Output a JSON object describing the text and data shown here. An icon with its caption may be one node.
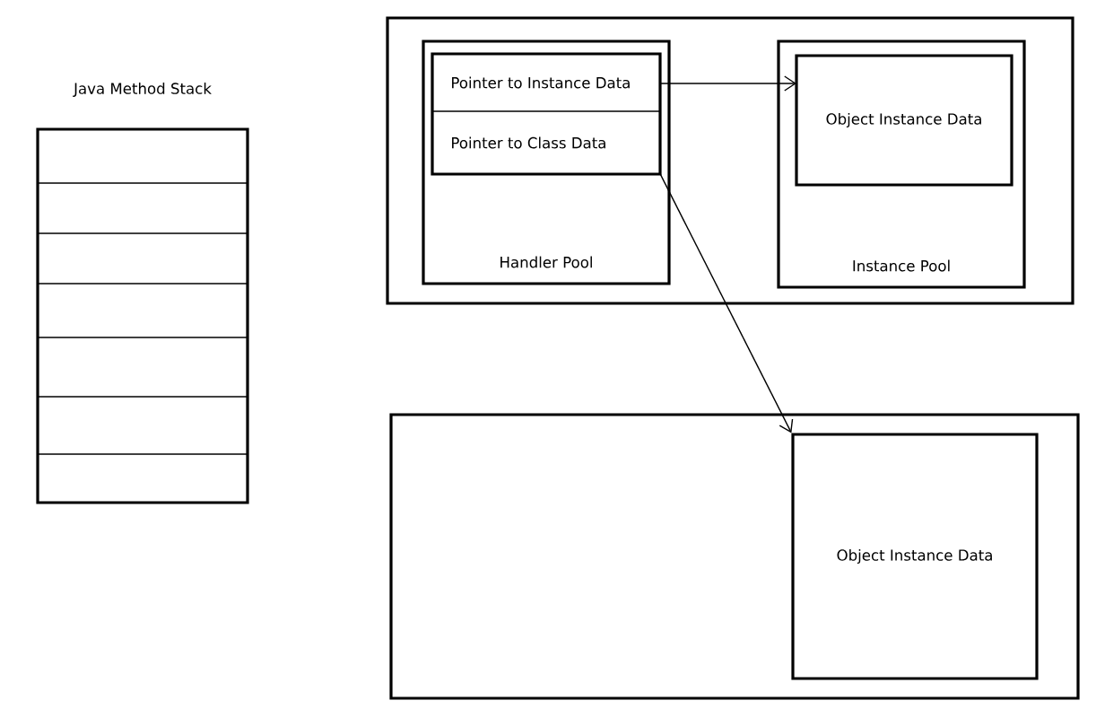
{
  "diagram": {
    "nodes": [
      {
        "text": [
          "Java Method Stack"
        ]
      },
      {
        "text": [],
        "shape": "box"
      },
      {
        "text": [
          "Handler Pool"
        ],
        "in": 1
      },
      {
        "text": [],
        "shape": "box",
        "in": 2
      },
      {
        "text": [
          "Pointer to Instance Data"
        ],
        "in": 3
      },
      {
        "text": [
          "Pointer to Class Data"
        ],
        "in": 3
      },
      {
        "text": [
          "Instance Pool"
        ],
        "in": 1
      },
      {
        "text": [
          "Object Instance Data"
        ],
        "in": 6
      },
      {
        "text": [],
        "shape": "box"
      },
      {
        "text": [
          "Object Instance Data"
        ],
        "in": 8
      }
    ],
    "edges": [
      {
        "from": 4,
        "to": 7,
        "arrow": "to"
      },
      {
        "from": 5,
        "to": 9,
        "arrow": "to"
      }
    ]
  }
}
